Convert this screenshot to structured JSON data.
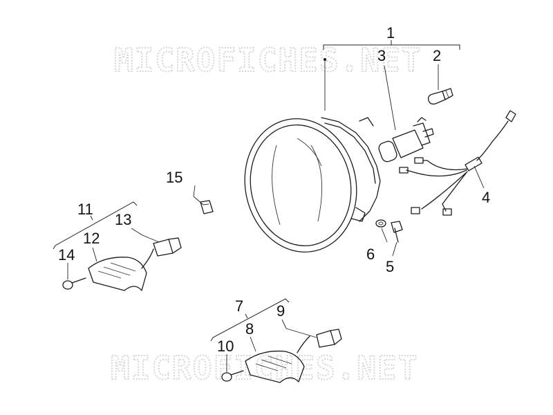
{
  "watermark": {
    "top": "MICROFICHES.NET",
    "bottom": "MICROFICHES.NET"
  },
  "callouts": {
    "c1": "1",
    "c2": "2",
    "c3": "3",
    "c4": "4",
    "c5": "5",
    "c6": "6",
    "c7": "7",
    "c8": "8",
    "c9": "9",
    "c10": "10",
    "c11": "11",
    "c12": "12",
    "c13": "13",
    "c14": "14",
    "c15": "15"
  },
  "colors": {
    "line": "#1a1a1a",
    "watermark": "#d6d6d6",
    "background": "#ffffff"
  }
}
